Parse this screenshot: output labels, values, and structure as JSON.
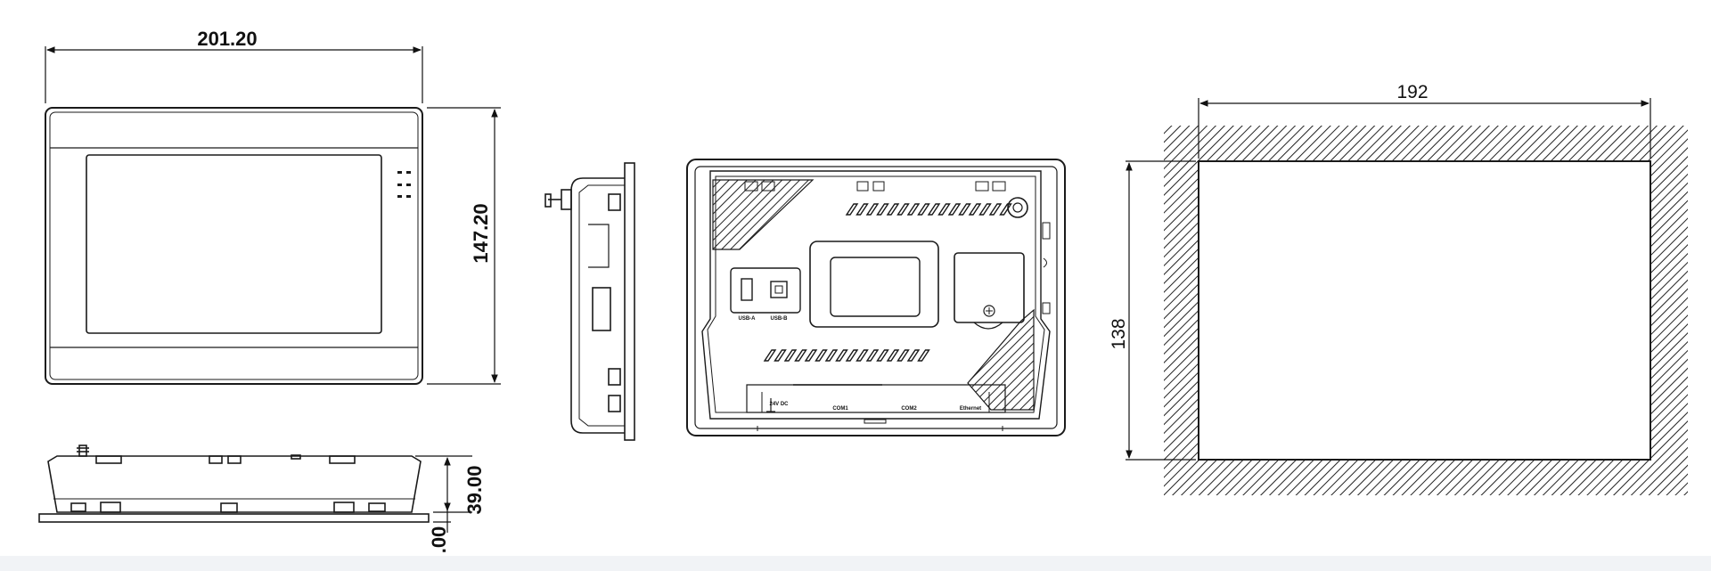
{
  "dimensions": {
    "front_width": "201.20",
    "front_height": "147.20",
    "depth": "39.00",
    "bezel": ".00",
    "cutout_width": "192",
    "cutout_height": "138"
  },
  "connector_labels": {
    "usb_a": "USB-A",
    "usb_b": "USB-B",
    "power": "24V DC",
    "com1": "COM1",
    "com2": "COM2",
    "ethernet": "Ethernet"
  },
  "colors": {
    "line": "#1a1a1a",
    "hatch": "#222222",
    "bottom_strip": "#f1f3f6"
  }
}
